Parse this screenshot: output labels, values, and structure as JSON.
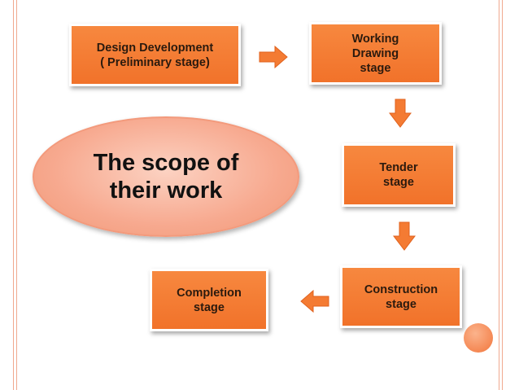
{
  "diagram": {
    "center": "The scope of\ntheir work",
    "stages": {
      "design": "Design Development\n( Preliminary stage)",
      "working": "Working\nDrawing\nstage",
      "tender": "Tender\nstage",
      "construction": "Construction\nstage",
      "completion": "Completion\nstage"
    }
  },
  "colors": {
    "box_fill": "#f47b33",
    "arrow_fill": "#f47b33",
    "frame_line": "#f0a98f"
  },
  "icons": {
    "arrow_right": "arrow-right-icon",
    "arrow_down": "arrow-down-icon",
    "arrow_left": "arrow-left-icon"
  }
}
